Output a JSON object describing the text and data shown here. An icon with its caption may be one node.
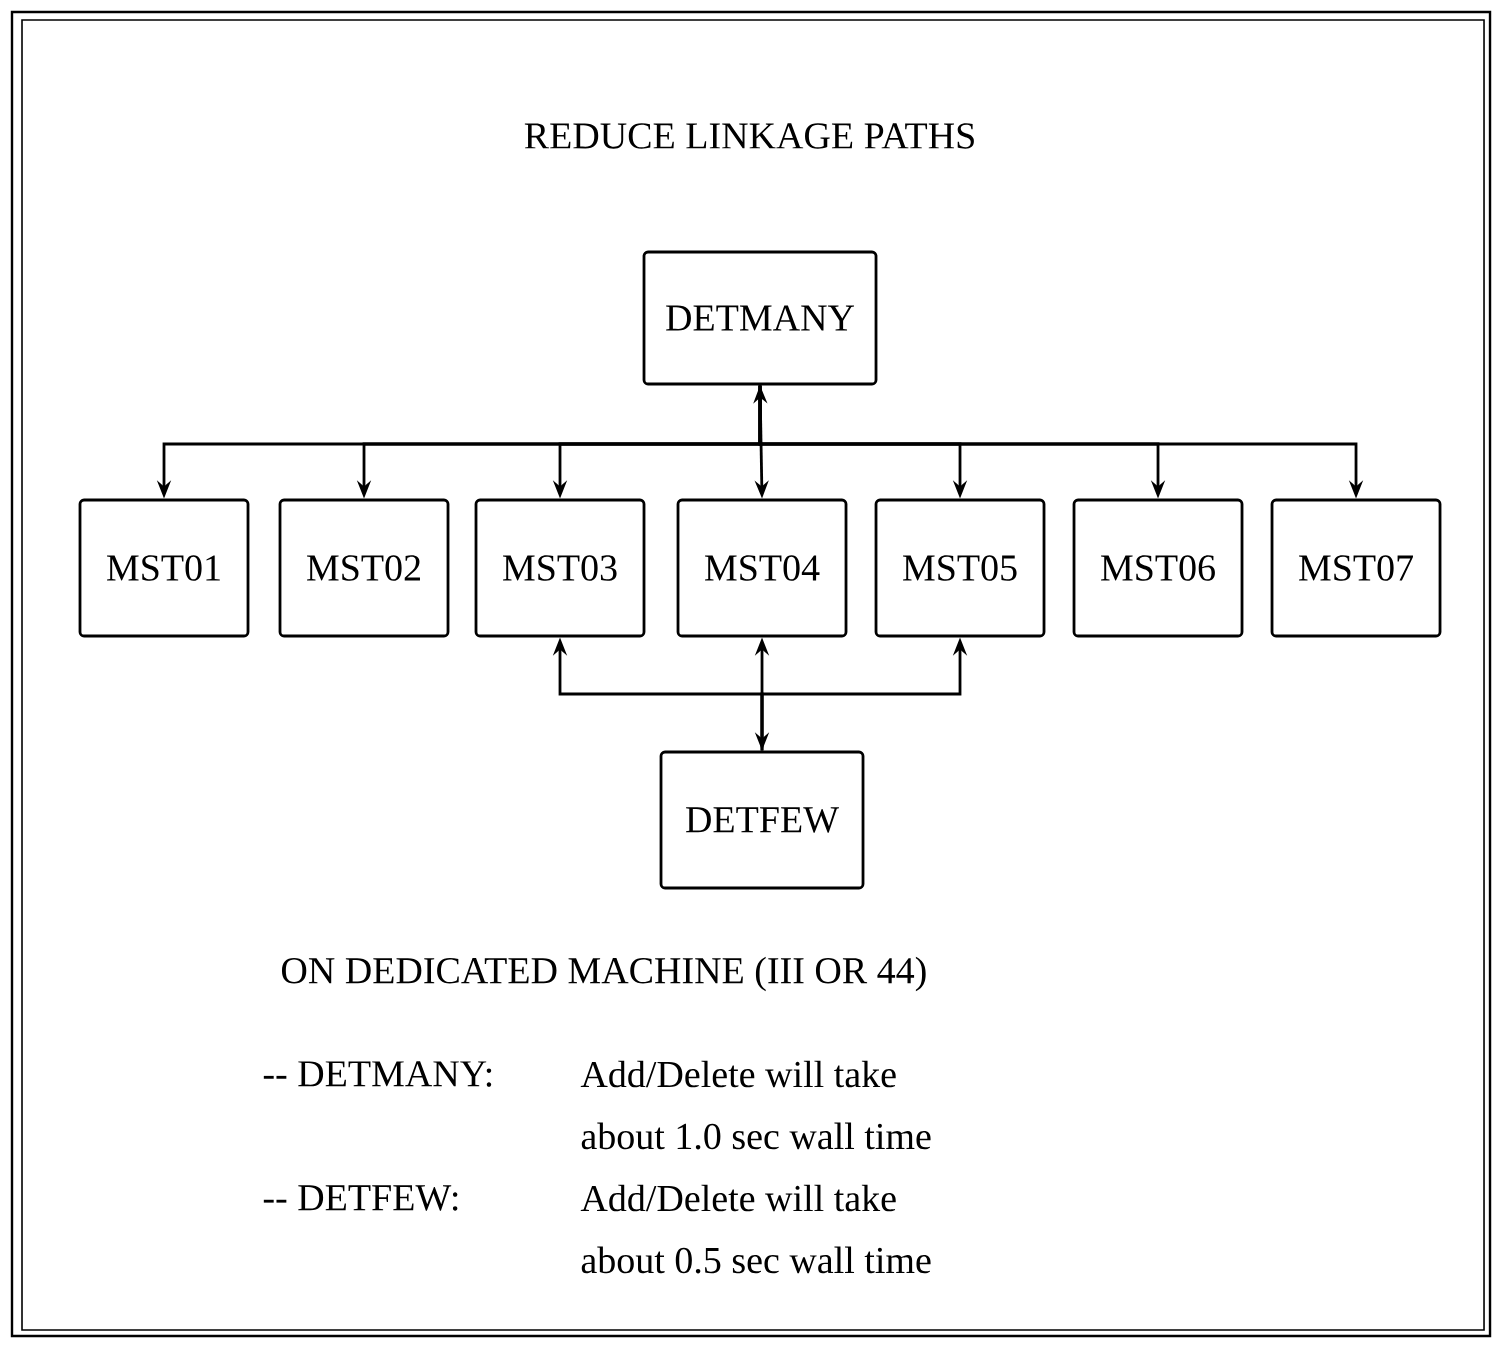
{
  "diagram": {
    "title": "REDUCE LINKAGE PATHS",
    "nodes": [
      {
        "text": [
          "DETMANY"
        ]
      },
      {
        "text": [
          "MST01"
        ]
      },
      {
        "text": [
          "MST02"
        ]
      },
      {
        "text": [
          "MST03"
        ]
      },
      {
        "text": [
          "MST04"
        ]
      },
      {
        "text": [
          "MST05"
        ]
      },
      {
        "text": [
          "MST06"
        ]
      },
      {
        "text": [
          "MST07"
        ]
      },
      {
        "text": [
          "DETFEW"
        ]
      }
    ],
    "edges": [
      {
        "from": 0,
        "to": 1,
        "arrow": "to"
      },
      {
        "from": 0,
        "to": 2,
        "arrow": "to"
      },
      {
        "from": 0,
        "to": 3,
        "arrow": "to"
      },
      {
        "from": 0,
        "to": 4,
        "arrow": "both"
      },
      {
        "from": 0,
        "to": 5,
        "arrow": "to"
      },
      {
        "from": 0,
        "to": 6,
        "arrow": "to"
      },
      {
        "from": 0,
        "to": 7,
        "arrow": "to"
      },
      {
        "from": 8,
        "to": 3,
        "arrow": "to"
      },
      {
        "from": 8,
        "to": 4,
        "arrow": "both"
      },
      {
        "from": 8,
        "to": 5,
        "arrow": "to"
      }
    ],
    "labels": [
      "ON DEDICATED MACHINE (III OR 44)",
      "-- DETMANY:",
      "Add/Delete will take",
      "about 1.0 sec wall time",
      "-- DETFEW:",
      "Add/Delete will take",
      "about 0.5 sec wall time"
    ]
  }
}
